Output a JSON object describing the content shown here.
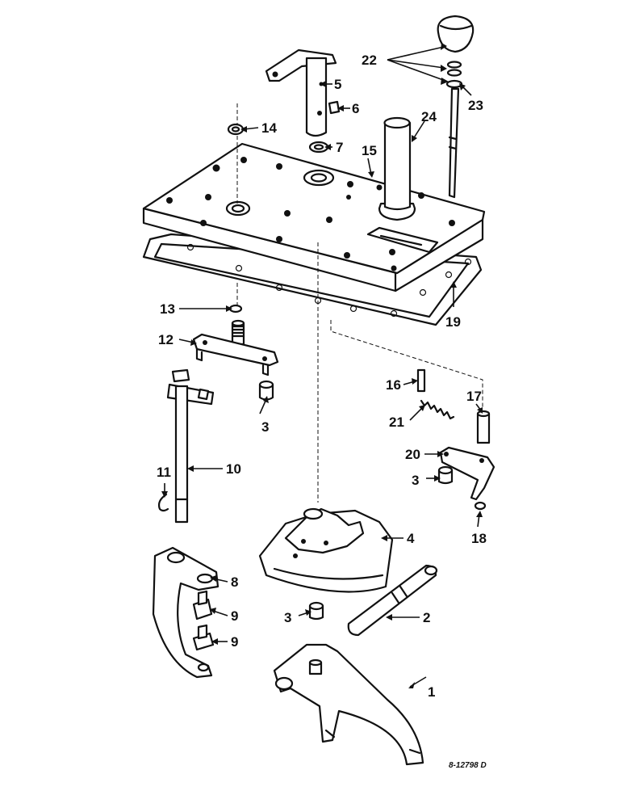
{
  "drawing_number": "8-12798 D",
  "callouts": [
    {
      "id": "c1",
      "label": "1"
    },
    {
      "id": "c2",
      "label": "2"
    },
    {
      "id": "c3a",
      "label": "3"
    },
    {
      "id": "c3b",
      "label": "3"
    },
    {
      "id": "c3c",
      "label": "3"
    },
    {
      "id": "c4",
      "label": "4"
    },
    {
      "id": "c5",
      "label": "5"
    },
    {
      "id": "c6",
      "label": "6"
    },
    {
      "id": "c7",
      "label": "7"
    },
    {
      "id": "c8",
      "label": "8"
    },
    {
      "id": "c9a",
      "label": "9"
    },
    {
      "id": "c9b",
      "label": "9"
    },
    {
      "id": "c10",
      "label": "10"
    },
    {
      "id": "c11",
      "label": "11"
    },
    {
      "id": "c12",
      "label": "12"
    },
    {
      "id": "c13",
      "label": "13"
    },
    {
      "id": "c14",
      "label": "14"
    },
    {
      "id": "c15",
      "label": "15"
    },
    {
      "id": "c16",
      "label": "16"
    },
    {
      "id": "c17",
      "label": "17"
    },
    {
      "id": "c18",
      "label": "18"
    },
    {
      "id": "c19",
      "label": "19"
    },
    {
      "id": "c20",
      "label": "20"
    },
    {
      "id": "c21",
      "label": "21"
    },
    {
      "id": "c22",
      "label": "22"
    },
    {
      "id": "c23",
      "label": "23"
    },
    {
      "id": "c24",
      "label": "24"
    }
  ]
}
